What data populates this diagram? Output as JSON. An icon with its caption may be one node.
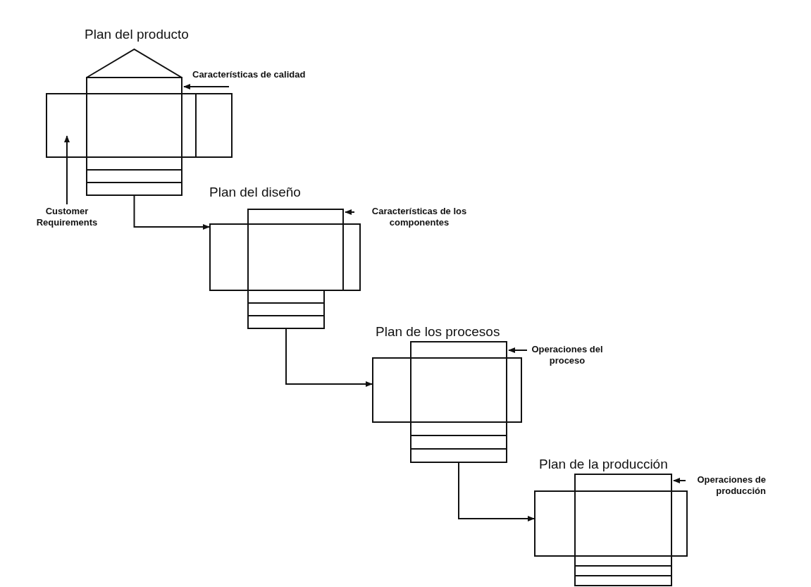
{
  "diagram": {
    "nodes": [
      {
        "text": [
          "Plan del producto"
        ]
      },
      {
        "text": [
          "Características de calidad"
        ]
      },
      {
        "text": [
          "Customer Requirements"
        ]
      },
      {
        "text": [
          "Plan del diseño"
        ]
      },
      {
        "text": [
          "Características de los componentes"
        ]
      },
      {
        "text": [
          "Plan de los procesos"
        ]
      },
      {
        "text": [
          "Operaciones del proceso"
        ]
      },
      {
        "text": [
          "Plan de la producción"
        ]
      },
      {
        "text": [
          "Operaciones de producción"
        ]
      }
    ],
    "edges": [
      {
        "from": 1,
        "to": 0,
        "arrow": "to"
      },
      {
        "from": 2,
        "to": 0,
        "arrow": "to"
      },
      {
        "from": 0,
        "to": 3,
        "arrow": "to"
      },
      {
        "from": 4,
        "to": 3,
        "arrow": "to"
      },
      {
        "from": 3,
        "to": 5,
        "arrow": "to"
      },
      {
        "from": 6,
        "to": 5,
        "arrow": "to"
      },
      {
        "from": 5,
        "to": 7,
        "arrow": "to"
      },
      {
        "from": 8,
        "to": 7,
        "arrow": "to"
      }
    ]
  }
}
